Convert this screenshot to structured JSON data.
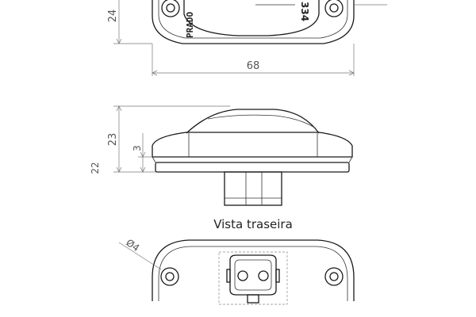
{
  "dimensions": {
    "top_height": "24",
    "top_width": "68",
    "side_height": "23",
    "side_cap": "3",
    "side_base": "22",
    "hole_diameter": "Ø4"
  },
  "labels": {
    "rear_view": "Vista traseira",
    "brand": "PRADO",
    "part_number": "334"
  }
}
